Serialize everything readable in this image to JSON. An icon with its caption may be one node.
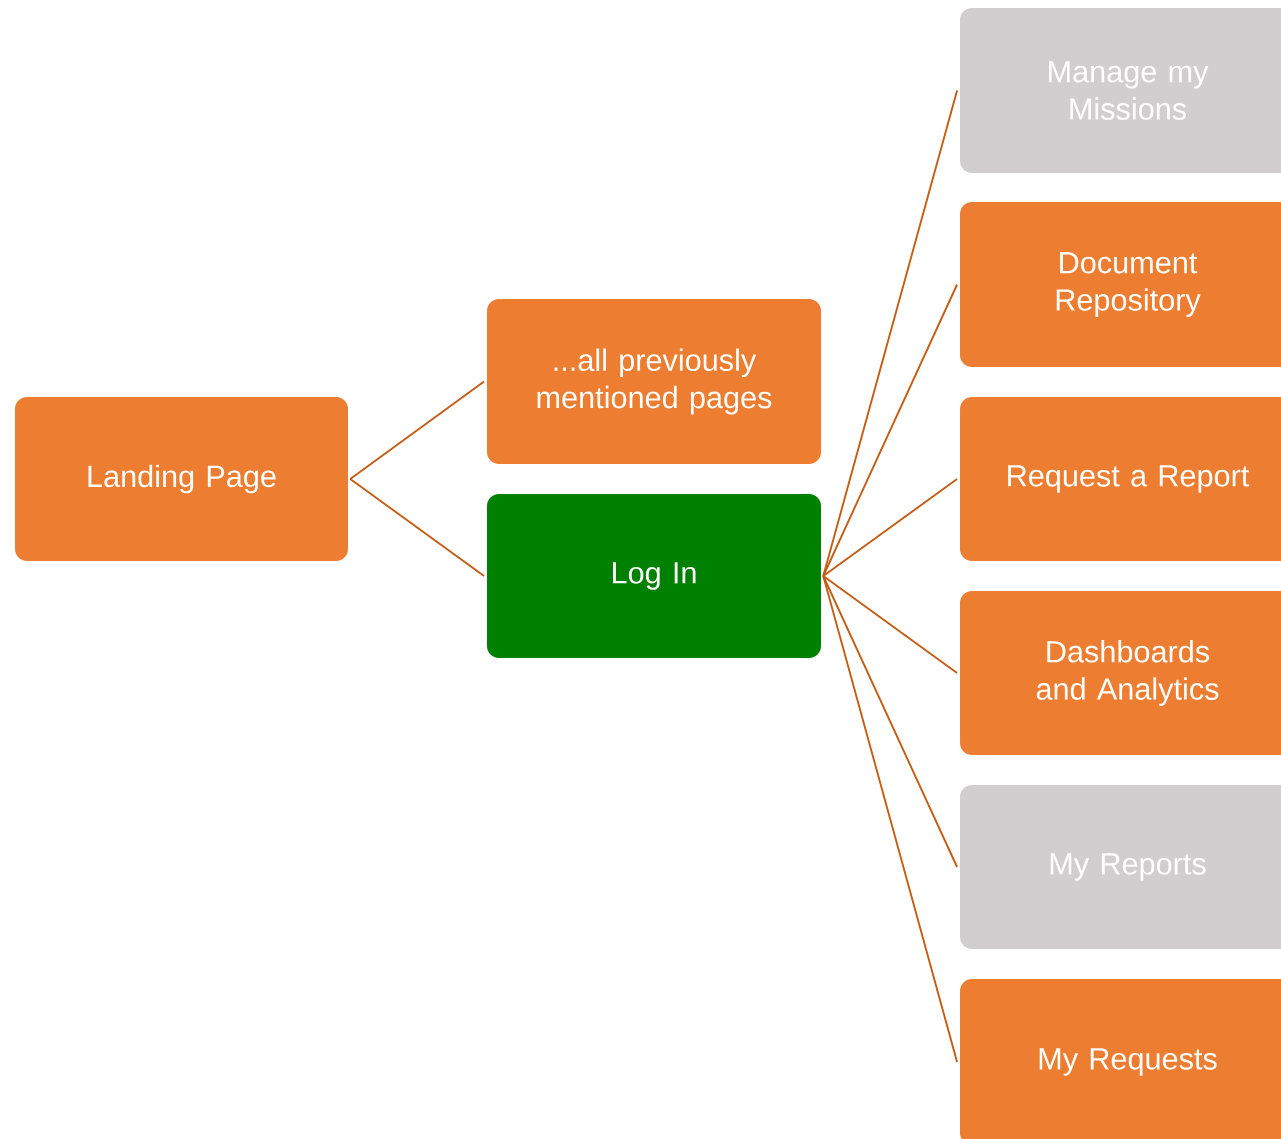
{
  "diagram": {
    "nodes": [
      {
        "text": [
          "Landing Page"
        ]
      },
      {
        "text": [
          "...all previously mentioned pages"
        ]
      },
      {
        "text": [
          "Log In"
        ]
      },
      {
        "text": [
          "Manage my Missions"
        ]
      },
      {
        "text": [
          "Document Repository"
        ]
      },
      {
        "text": [
          "Request a Report"
        ]
      },
      {
        "text": [
          "Dashboards and Analytics"
        ]
      },
      {
        "text": [
          "My Reports"
        ]
      },
      {
        "text": [
          "My Requests"
        ]
      }
    ],
    "edges": [
      {
        "from": 0,
        "to": 1,
        "arrow": "none"
      },
      {
        "from": 0,
        "to": 2,
        "arrow": "none"
      },
      {
        "from": 2,
        "to": 3,
        "arrow": "none"
      },
      {
        "from": 2,
        "to": 4,
        "arrow": "none"
      },
      {
        "from": 2,
        "to": 5,
        "arrow": "none"
      },
      {
        "from": 2,
        "to": 6,
        "arrow": "none"
      },
      {
        "from": 2,
        "to": 7,
        "arrow": "none"
      },
      {
        "from": 2,
        "to": 8,
        "arrow": "none"
      }
    ]
  }
}
